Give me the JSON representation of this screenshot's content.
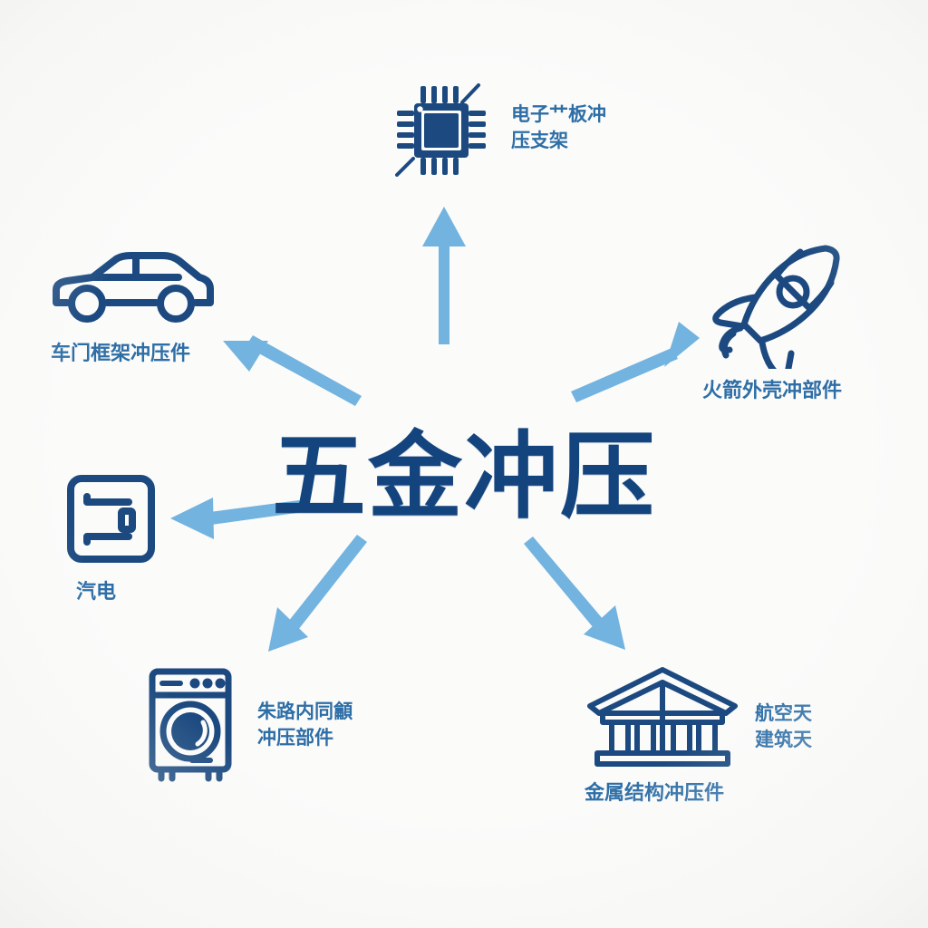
{
  "diagram": {
    "center_title": "五金冲压",
    "background_color": "#fbfbfa",
    "icon_color": "#1c4a80",
    "label_color": "#2e6ea6",
    "title_color": "#14447e",
    "arrow_color": "#72b3df"
  },
  "nodes": [
    {
      "id": "pcb",
      "icon": "microchip-icon",
      "label": "电子艹板冲\n压支架",
      "caption": ""
    },
    {
      "id": "car",
      "icon": "car-icon",
      "label": "",
      "caption": "车门框架冲压件"
    },
    {
      "id": "rocket",
      "icon": "rocket-icon",
      "label": "",
      "caption": "火箭外壳冲部件"
    },
    {
      "id": "appliance",
      "icon": "refrigerator-icon",
      "label": "",
      "caption": "汽电"
    },
    {
      "id": "washer",
      "icon": "washing-machine-icon",
      "label": "朱路内同龥\n冲压部件",
      "caption": ""
    },
    {
      "id": "building",
      "icon": "classical-building-icon",
      "label": "航空天\n建筑天",
      "caption": "金属结构冲压件"
    }
  ],
  "arrows": [
    {
      "id": "arrow-to-pcb",
      "direction": "up",
      "target": "pcb"
    },
    {
      "id": "arrow-to-car",
      "direction": "upper-left",
      "target": "car"
    },
    {
      "id": "arrow-to-rocket",
      "direction": "upper-right",
      "target": "rocket"
    },
    {
      "id": "arrow-to-appliance",
      "direction": "left",
      "target": "appliance"
    },
    {
      "id": "arrow-to-washer",
      "direction": "lower-left",
      "target": "washer"
    },
    {
      "id": "arrow-to-building",
      "direction": "lower-right",
      "target": "building"
    }
  ]
}
